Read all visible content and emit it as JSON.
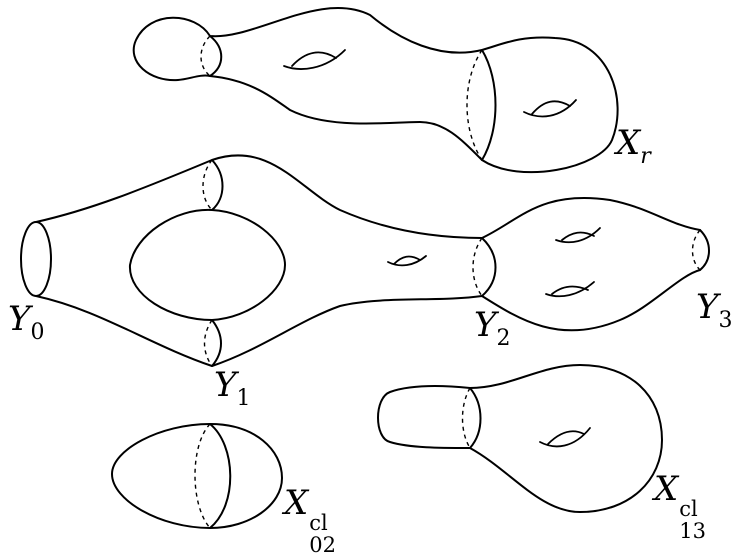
{
  "labels": {
    "xr": {
      "base": "X",
      "sub": "r"
    },
    "y0": {
      "base": "Y",
      "sub": "0"
    },
    "y1": {
      "base": "Y",
      "sub": "1"
    },
    "y2": {
      "base": "Y",
      "sub": "2"
    },
    "y3": {
      "base": "Y",
      "sub": "3"
    },
    "x02": {
      "base": "X",
      "sup": "cl",
      "sub": "02"
    },
    "x13": {
      "base": "X",
      "sup": "cl",
      "sub": "13"
    }
  }
}
